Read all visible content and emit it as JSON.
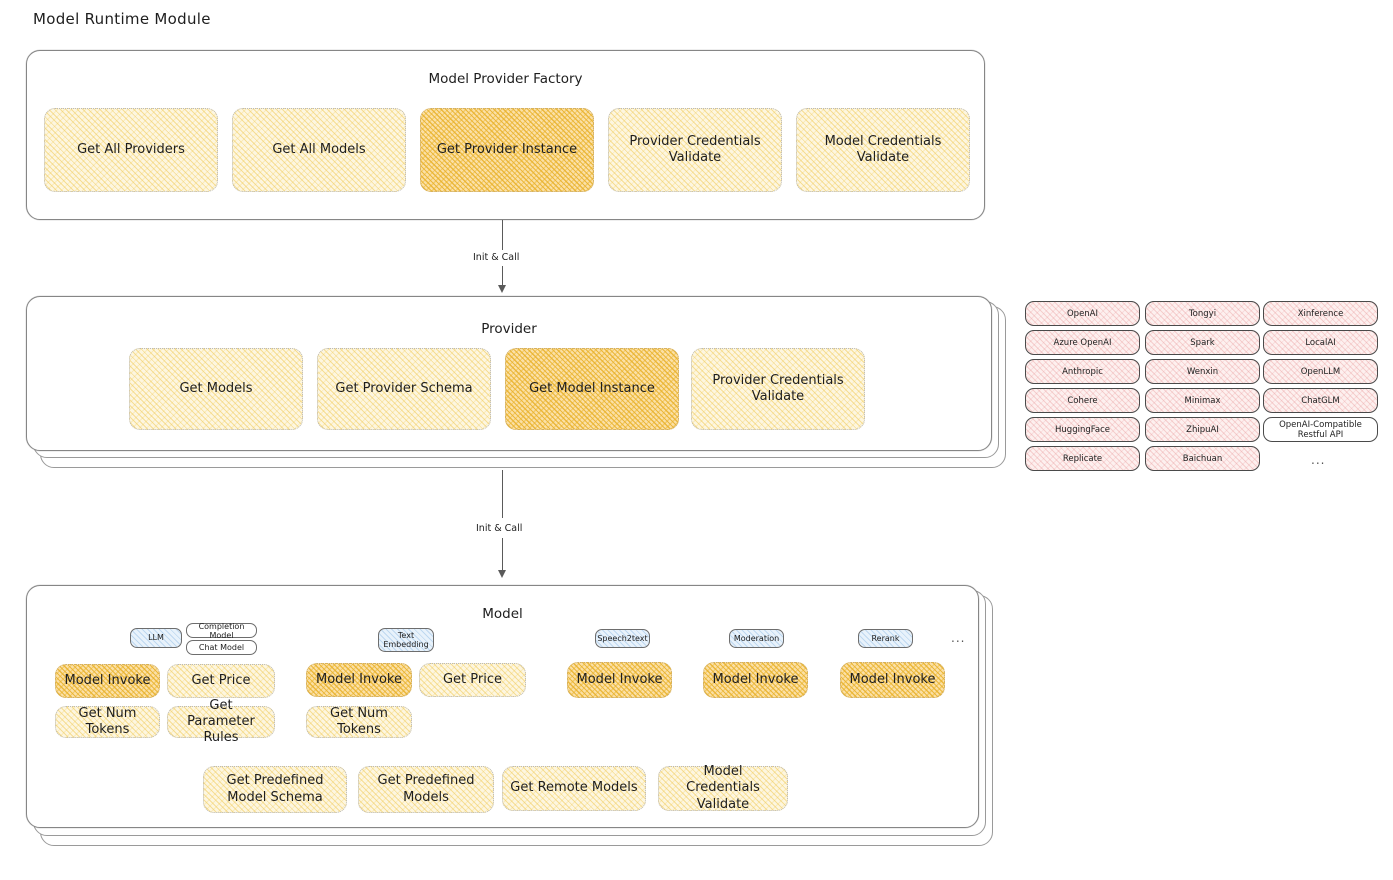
{
  "page": {
    "title": "Model Runtime Module"
  },
  "factory": {
    "title": "Model Provider Factory",
    "items": [
      {
        "label": "Get All Providers",
        "highlighted": false
      },
      {
        "label": "Get All Models",
        "highlighted": false
      },
      {
        "label": "Get Provider Instance",
        "highlighted": true
      },
      {
        "label": "Provider Credentials Validate",
        "highlighted": false
      },
      {
        "label": "Model Credentials Validate",
        "highlighted": false
      }
    ]
  },
  "arrows": [
    {
      "label": "Init & Call"
    },
    {
      "label": "Init & Call"
    }
  ],
  "provider": {
    "title": "Provider",
    "items": [
      {
        "label": "Get Models",
        "highlighted": false
      },
      {
        "label": "Get Provider Schema",
        "highlighted": false
      },
      {
        "label": "Get Model Instance",
        "highlighted": true
      },
      {
        "label": "Provider Credentials Validate",
        "highlighted": false
      }
    ]
  },
  "provider_list": {
    "columns": [
      [
        "OpenAI",
        "Azure OpenAI",
        "Anthropic",
        "Cohere",
        "HuggingFace",
        "Replicate"
      ],
      [
        "Tongyi",
        "Spark",
        "Wenxin",
        "Minimax",
        "ZhipuAI",
        "Baichuan"
      ],
      [
        "Xinference",
        "LocalAI",
        "OpenLLM",
        "ChatGLM",
        "OpenAI-Compatible Restful API"
      ]
    ],
    "more": "..."
  },
  "model": {
    "title": "Model",
    "more": "...",
    "groups": [
      {
        "badge": "LLM",
        "tags": [
          "Completion Model",
          "Chat Model"
        ],
        "ops": [
          {
            "label": "Model Invoke",
            "highlighted": true
          },
          {
            "label": "Get Price",
            "highlighted": false
          },
          {
            "label": "Get Num Tokens",
            "highlighted": false
          },
          {
            "label": "Get Parameter Rules",
            "highlighted": false
          }
        ]
      },
      {
        "badge": "Text Embedding",
        "tags": [],
        "ops": [
          {
            "label": "Model Invoke",
            "highlighted": true
          },
          {
            "label": "Get Price",
            "highlighted": false
          },
          {
            "label": "Get Num Tokens",
            "highlighted": false
          }
        ]
      },
      {
        "badge": "Speech2text",
        "tags": [],
        "ops": [
          {
            "label": "Model Invoke",
            "highlighted": true
          }
        ]
      },
      {
        "badge": "Moderation",
        "tags": [],
        "ops": [
          {
            "label": "Model Invoke",
            "highlighted": true
          }
        ]
      },
      {
        "badge": "Rerank",
        "tags": [],
        "ops": [
          {
            "label": "Model Invoke",
            "highlighted": true
          }
        ]
      }
    ],
    "common_ops": [
      {
        "label": "Get Predefined Model Schema"
      },
      {
        "label": "Get Predefined Models"
      },
      {
        "label": "Get Remote Models"
      },
      {
        "label": "Model Credentials Validate"
      }
    ]
  },
  "colors": {
    "op_fill": "#fdf6e0",
    "op_highlight_fill": "#fbe0a6",
    "pill_fill": "#fdf0ef",
    "badge_fill": "#e8f2fb",
    "stroke": "#1e1e1e"
  }
}
